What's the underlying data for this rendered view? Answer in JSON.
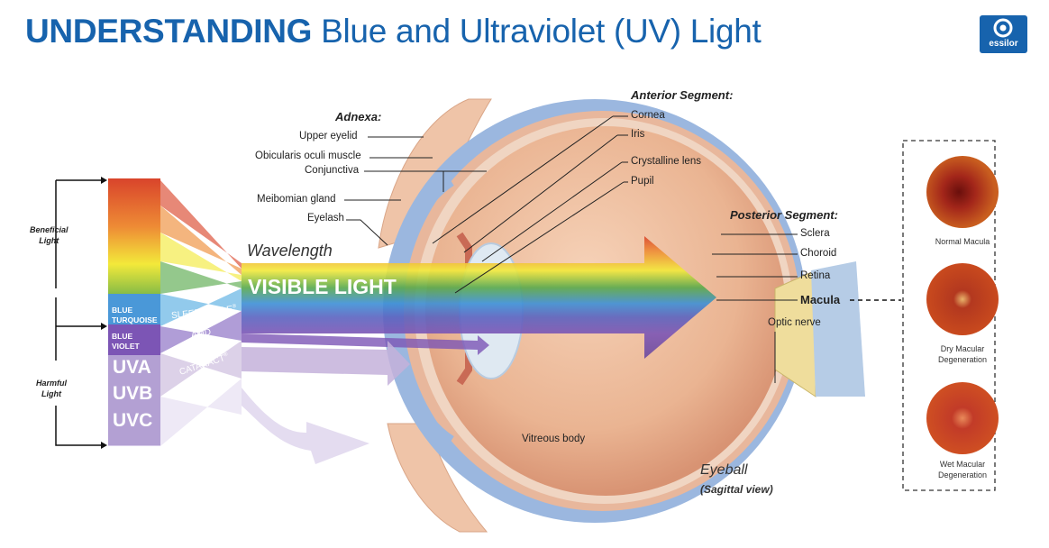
{
  "title": {
    "bold": "UNDERSTANDING",
    "rest": "Blue and Ultraviolet (UV) Light"
  },
  "logo": {
    "text": "essilor"
  },
  "side_labels": {
    "beneficial": [
      "Beneficial",
      "Light"
    ],
    "harmful": [
      "Harmful",
      "Light"
    ]
  },
  "bands": {
    "blue_turquoise": [
      "BLUE",
      "TURQUOISE"
    ],
    "blue_violet": [
      "BLUE",
      "VIOLET"
    ],
    "uva": "UVA",
    "uvb": "UVB",
    "uvc": "UVC"
  },
  "beam": {
    "wavelength": "Wavelength",
    "visible_light": "VISIBLE LIGHT",
    "sleep_cycle": "SLEEP CYCLE",
    "amd": "AMD",
    "cataract": "CATARACT",
    "trademark": "®"
  },
  "adnexa": {
    "header": "Adnexa:",
    "upper_eyelid": "Upper eyelid",
    "obicularis": "Obicularis oculi muscle",
    "conjunctiva": "Conjunctiva",
    "meibomian": "Meibomian gland",
    "eyelash": "Eyelash"
  },
  "anterior": {
    "header": "Anterior Segment:",
    "cornea": "Cornea",
    "iris": "Iris",
    "lens": "Crystalline lens",
    "pupil": "Pupil"
  },
  "posterior": {
    "header": "Posterior Segment:",
    "sclera": "Sclera",
    "choroid": "Choroid",
    "retina": "Retina",
    "macula": "Macula"
  },
  "other": {
    "optic_nerve": "Optic nerve",
    "vitreous": "Vitreous body",
    "eyeball": "Eyeball",
    "sagittal": "(Sagittal view)"
  },
  "macula_panel": {
    "normal": [
      "Normal Macula"
    ],
    "dry": [
      "Dry Macular",
      "Degeneration"
    ],
    "wet": [
      "Wet Macular",
      "Degeneration"
    ]
  },
  "colors": {
    "brand_blue": "#1763ad",
    "red": "#d9442b",
    "orange": "#ee8b35",
    "yellow": "#f3e93a",
    "green": "#58a94b",
    "blue": "#3d8fd6",
    "turquoise": "#5fb1e3",
    "violet": "#7c55b5",
    "uv": "#c4b2da"
  }
}
